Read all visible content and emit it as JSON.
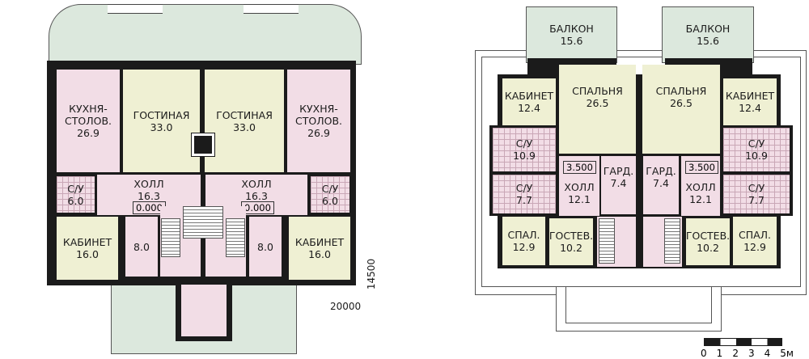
{
  "ground_floor": {
    "rooms": [
      {
        "name": "КУХНЯ-",
        "name2": "СТОЛОВ.",
        "area": "26.9"
      },
      {
        "name": "ГОСТИНАЯ",
        "area": "33.0"
      },
      {
        "name": "ГОСТИНАЯ",
        "area": "33.0"
      },
      {
        "name": "КУХНЯ-",
        "name2": "СТОЛОВ.",
        "area": "26.9"
      },
      {
        "name": "ХОЛЛ",
        "area": "16.3"
      },
      {
        "name": "ХОЛЛ",
        "area": "16.3"
      },
      {
        "name": "С/У",
        "area": "6.0"
      },
      {
        "name": "С/У",
        "area": "6.0"
      },
      {
        "name": "КАБИНЕТ",
        "area": "16.0"
      },
      {
        "name": "КАБИНЕТ",
        "area": "16.0"
      },
      {
        "area": "8.0"
      },
      {
        "area": "8.0"
      }
    ],
    "levels": [
      "0.000",
      "0.000"
    ],
    "dim_depth": "14500",
    "dim_width": "20000"
  },
  "upper_floor": {
    "rooms": [
      {
        "name": "БАЛКОН",
        "area": "15.6"
      },
      {
        "name": "БАЛКОН",
        "area": "15.6"
      },
      {
        "name": "КАБИНЕТ",
        "area": "12.4"
      },
      {
        "name": "СПАЛЬНЯ",
        "area": "26.5"
      },
      {
        "name": "СПАЛЬНЯ",
        "area": "26.5"
      },
      {
        "name": "КАБИНЕТ",
        "area": "12.4"
      },
      {
        "name": "С/У",
        "area": "10.9"
      },
      {
        "name": "С/У",
        "area": "10.9"
      },
      {
        "name": "С/У",
        "area": "7.7"
      },
      {
        "name": "С/У",
        "area": "7.7"
      },
      {
        "name": "ХОЛЛ",
        "area": "12.1"
      },
      {
        "name": "ХОЛЛ",
        "area": "12.1"
      },
      {
        "name": "ГАРД.",
        "area": "7.4"
      },
      {
        "name": "ГАРД.",
        "area": "7.4"
      },
      {
        "name": "СПАЛ.",
        "area": "12.9"
      },
      {
        "name": "ГОСТЕВ.",
        "area": "10.2"
      },
      {
        "name": "ГОСТЕВ.",
        "area": "10.2"
      },
      {
        "name": "СПАЛ.",
        "area": "12.9"
      }
    ],
    "levels": [
      "3.500",
      "3.500"
    ]
  },
  "scale": {
    "ticks": [
      "0",
      "1",
      "2",
      "3",
      "4",
      "5м"
    ]
  },
  "colors": {
    "wall": "#1b1b1b",
    "pink": "#f2dde6",
    "yellow": "#eff0d3",
    "green": "#dce8dd"
  }
}
